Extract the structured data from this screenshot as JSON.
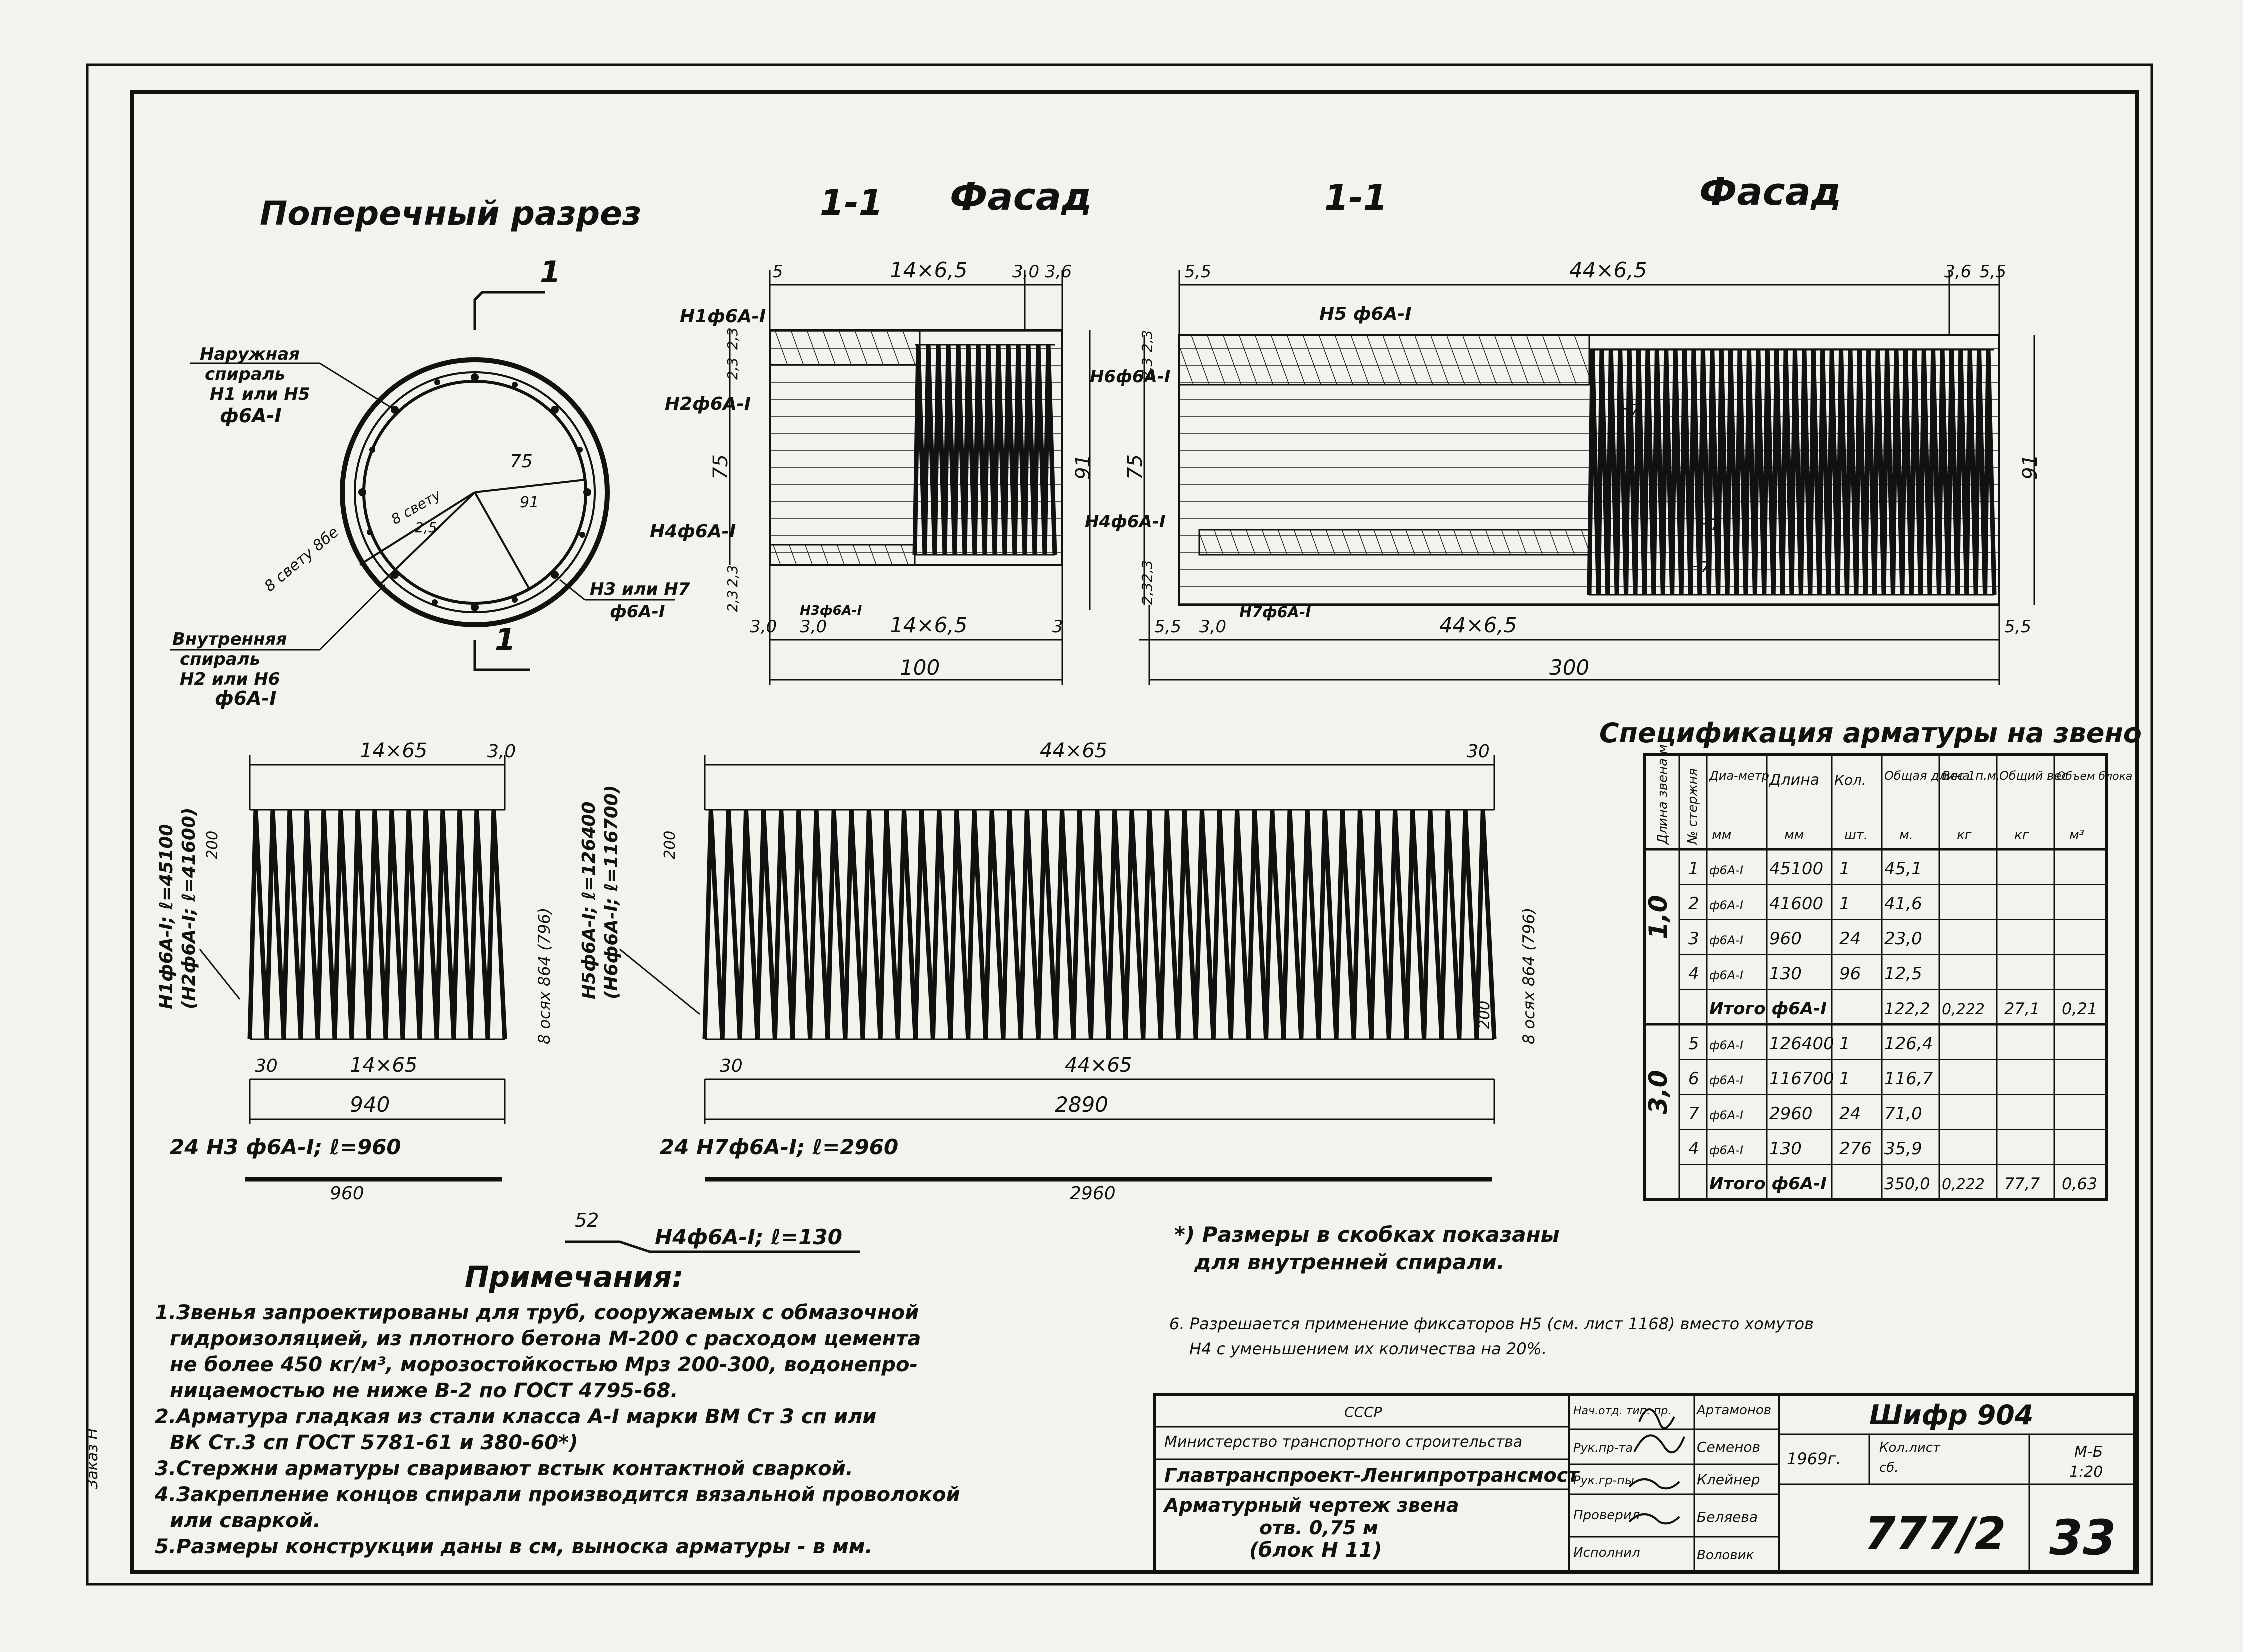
{
  "views": {
    "cross_section": {
      "title": "Поперечный разрез",
      "outer_spiral": [
        "Наружная",
        "спираль",
        "Н1 или Н5",
        "ф6А-I"
      ],
      "inner_spiral": [
        "Внутренняя",
        "спираль",
        "Н2 или Н6",
        "ф6А-I"
      ],
      "bars": [
        "Н3 или Н7",
        "ф6А-I"
      ],
      "dim_radius": "75",
      "dim_r2": "91",
      "label_8_light": "8 свету",
      "label_8_light2": "8 свету 8бе",
      "dim_25": "2,5",
      "section_mark": "1"
    },
    "facade_1": {
      "section": "1-1",
      "title": "Фасад",
      "top_dims": [
        "5",
        "14×6,5",
        "3,0",
        "3,6"
      ],
      "bottom_dims": [
        "3,0",
        "3,0",
        "14×6,5",
        "3"
      ],
      "total": "100",
      "labels": [
        "Н1ф6А-I",
        "Н2ф6А-I",
        "Н4ф6А-I",
        "Н3ф6А-I"
      ],
      "left_dims": [
        "2,3",
        "2,3",
        "75",
        "2,3",
        "2,3"
      ],
      "right_dim": "91"
    },
    "facade_3": {
      "section": "1-1",
      "title": "Фасад",
      "top_dims": [
        "5,5",
        "44×6,5",
        "3,6",
        "5,5"
      ],
      "bottom_dims": [
        "5,5",
        "3,0",
        "44×6,5",
        "5,5"
      ],
      "total": "300",
      "labels": [
        "Н5 ф6А-I",
        "Н6ф6А-I",
        "Н4ф6А-I",
        "Н7ф6А-I"
      ],
      "inner_labels": [
        "Н7",
        "Н7",
        "Н7"
      ],
      "left_dims": [
        "2,3",
        "2,3",
        "75",
        "2,3",
        "2,3"
      ],
      "right_dim": "91"
    },
    "spiral_1": {
      "top_dim": "14×65",
      "top_right": "3,0",
      "bottom_left": "30",
      "bottom_dim": "14×65",
      "total": "940",
      "height": "200",
      "axis": "8 осях 864 (796)",
      "side_label": [
        "Н1ф6А-I; ℓ=45100",
        "(Н2ф6А-I; ℓ=41600)"
      ],
      "bar_label": "24 Н3 ф6А-I; ℓ=960",
      "bar_len": "960",
      "turns": 15
    },
    "spiral_3": {
      "top_dim": "44×65",
      "top_right": "30",
      "bottom_left": "30",
      "bottom_dim": "44×65",
      "total": "2890",
      "height": "200",
      "height_right": "200",
      "axis": "8 осях 864 (796)",
      "side_label": [
        "Н5ф6А-I; ℓ=126400",
        "(Н6ф6А-I; ℓ=116700)"
      ],
      "bar_label": "24 Н7ф6А-I; ℓ=2960",
      "bar_len": "2960",
      "turns": 45
    },
    "clamp": {
      "dim": "52",
      "label": "Н4ф6А-I; ℓ=130"
    }
  },
  "spec": {
    "title": "Спецификация арматуры на звено",
    "headers": {
      "length": "Длина звена м",
      "num": "№ стержня",
      "diam": "Диа-метр",
      "diam_unit": "мм",
      "len": "Длина",
      "len_unit": "мм",
      "qty": "Кол.",
      "qty_unit": "шт.",
      "total_len": "Общая длина",
      "total_len_unit": "м.",
      "w_per_m": "Вес 1п.м.",
      "w_unit": "кг",
      "total_w": "Общий вес",
      "total_w_unit": "кг",
      "vol": "Объем блока",
      "vol_unit": "м³"
    },
    "groups": [
      {
        "length": "1,0",
        "rows": [
          {
            "n": "1",
            "d": "ф6А-I",
            "len": "45100",
            "qty": "1",
            "total": "45,1"
          },
          {
            "n": "2",
            "d": "ф6А-I",
            "len": "41600",
            "qty": "1",
            "total": "41,6"
          },
          {
            "n": "3",
            "d": "ф6А-I",
            "len": "960",
            "qty": "24",
            "total": "23,0"
          },
          {
            "n": "4",
            "d": "ф6А-I",
            "len": "130",
            "qty": "96",
            "total": "12,5"
          }
        ],
        "total_row": {
          "label": "Итого ф6А-I",
          "total": "122,2",
          "w": "0,222",
          "tw": "27,1",
          "vol": "0,21"
        }
      },
      {
        "length": "3,0",
        "rows": [
          {
            "n": "5",
            "d": "ф6А-I",
            "len": "126400",
            "qty": "1",
            "total": "126,4"
          },
          {
            "n": "6",
            "d": "ф6А-I",
            "len": "116700",
            "qty": "1",
            "total": "116,7"
          },
          {
            "n": "7",
            "d": "ф6А-I",
            "len": "2960",
            "qty": "24",
            "total": "71,0"
          },
          {
            "n": "4",
            "d": "ф6А-I",
            "len": "130",
            "qty": "276",
            "total": "35,9"
          }
        ],
        "total_row": {
          "label": "Итого ф6А-I",
          "total": "350,0",
          "w": "0,222",
          "tw": "77,7",
          "vol": "0,63"
        }
      }
    ]
  },
  "footnote": [
    "*) Размеры в скобках показаны",
    "для внутренней спирали."
  ],
  "note6": [
    "6. Разрешается применение фиксаторов Н5 (см. лист 1168) вместо хомутов",
    "Н4 с уменьшением их количества на 20%."
  ],
  "notes_title": "Примечания:",
  "notes": [
    "1.Звенья запроектированы для труб, сооружаемых с обмазочной",
    "гидроизоляцией, из плотного бетона М-200 с расходом цемента",
    "не более 450 кг/м³, морозостойкостью Мрз 200-300, водонепро-",
    "ницаемостью не ниже В-2 по ГОСТ 4795-68.",
    "2.Арматура гладкая из стали класса А-I марки ВМ Ст 3 сп или",
    "ВК Ст.3 сп ГОСТ 5781-61 и 380-60*)",
    "3.Стержни арматуры сваривают встык контактной сваркой.",
    "4.Закрепление концов спирали производится вязальной проволокой",
    "или сваркой.",
    "5.Размеры конструкции даны в см, выноска арматуры - в мм."
  ],
  "title_block": {
    "org1": "СССР",
    "org2": "Министерство транспортного строительства",
    "org3": "Главтранспроект-Ленгипротрансмост",
    "drawing": [
      "Арматурный чертеж звена",
      "отв. 0,75 м",
      "(блок Н 11)"
    ],
    "roles": [
      "Нач.отд. тип. пр.",
      "Рук.пр-та",
      "Рук.гр-пы",
      "Проверил",
      "Исполнил"
    ],
    "names": [
      "Артамонов",
      "Семенов",
      "Клейнер",
      "Беляева",
      "Воловик"
    ],
    "code": "Шифр 904",
    "year": "1969г.",
    "stamp": [
      "Кол.лист",
      "сб."
    ],
    "scale_label": "М-Б",
    "scale": "1:20",
    "sheet_no": "777/2",
    "page": "33"
  },
  "margin_stamp": "Заказ Н"
}
